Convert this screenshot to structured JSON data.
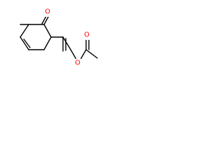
{
  "molecule": {
    "atoms": {
      "ketone_oxygen": "O",
      "ester_oxygen": "O",
      "carbonyl_oxygen": "O"
    },
    "colors": {
      "bond": "#000000",
      "oxygen": "#ff0000"
    }
  }
}
